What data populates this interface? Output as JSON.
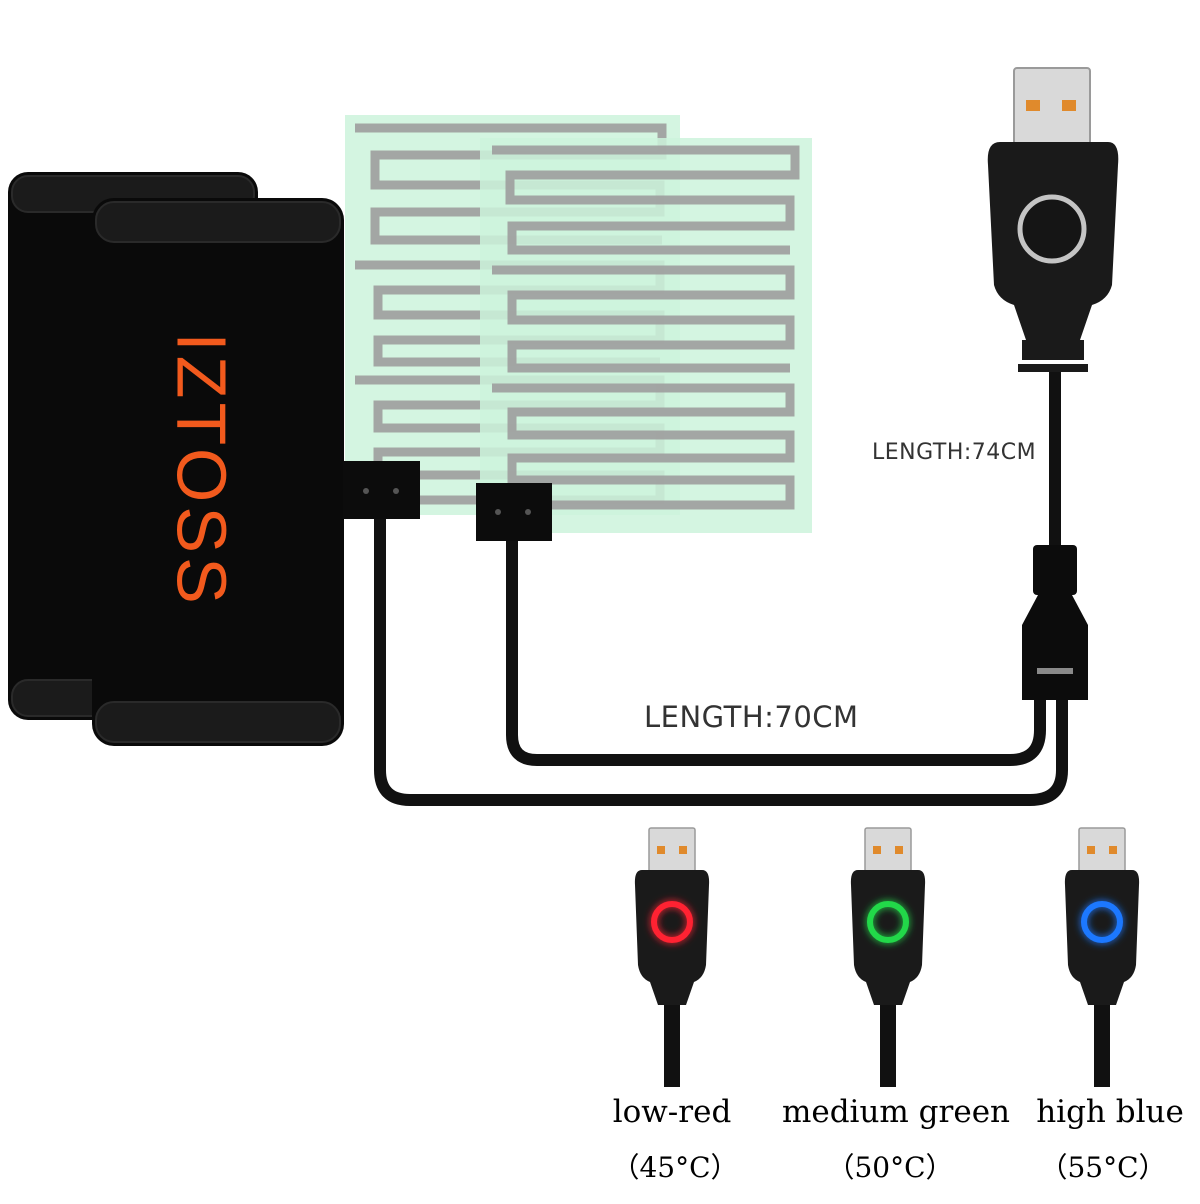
{
  "brand": {
    "text": "IZTOSS",
    "color": "#f25a1d"
  },
  "cables": {
    "usb_length_label": "LENGTH:74CM",
    "split_length_label": "LENGTH:70CM"
  },
  "colors": {
    "sleeve": "#0a0a0a",
    "heating_pad": "#cdf3dc",
    "heating_wire": "#9d9d9d",
    "cable": "#111111",
    "button_ring_idle": "#bdbdbd"
  },
  "modes": [
    {
      "name": "low-red",
      "temp": "（45°C）",
      "color": "#ff2030",
      "icon": "red-ring-indicator-icon"
    },
    {
      "name": "medium green",
      "temp": "（50°C）",
      "color": "#22d84a",
      "icon": "green-ring-indicator-icon"
    },
    {
      "name": "high blue",
      "temp": "（55°C）",
      "color": "#1e78ff",
      "icon": "blue-ring-indicator-icon"
    }
  ]
}
